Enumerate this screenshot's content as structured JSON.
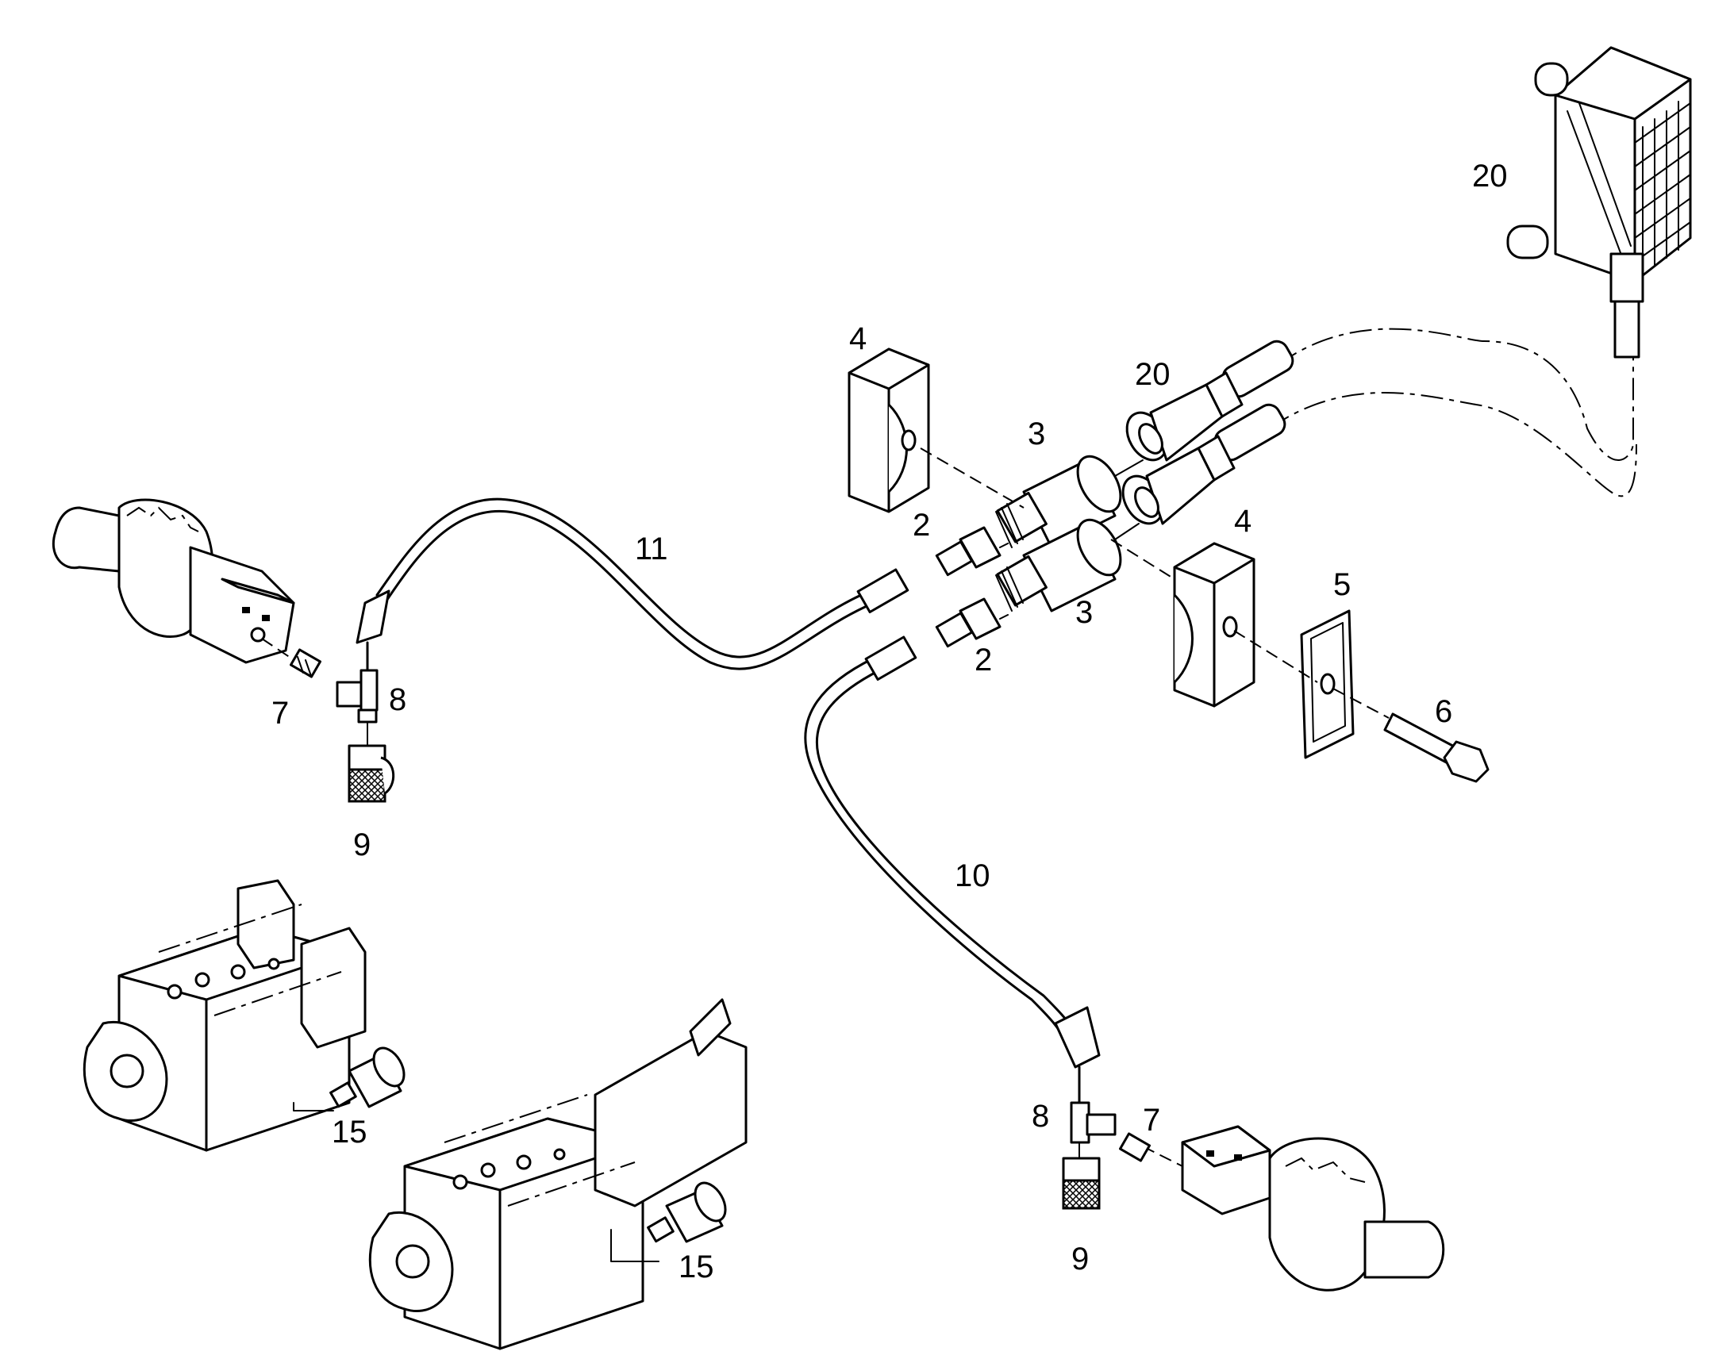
{
  "callouts": {
    "c20_top": "20",
    "c20_mid": "20",
    "c4_top": "4",
    "c4_right": "4",
    "c3_top": "3",
    "c3_bottom": "3",
    "c2_top": "2",
    "c2_bottom": "2",
    "c11": "11",
    "c5": "5",
    "c6": "6",
    "c7_left": "7",
    "c8_left": "8",
    "c9_left": "9",
    "c10": "10",
    "c15_left": "15",
    "c15_right": "15",
    "c8_right": "8",
    "c7_right": "7",
    "c9_right": "9"
  },
  "colors": {
    "line": "#000000",
    "background": "#ffffff"
  }
}
